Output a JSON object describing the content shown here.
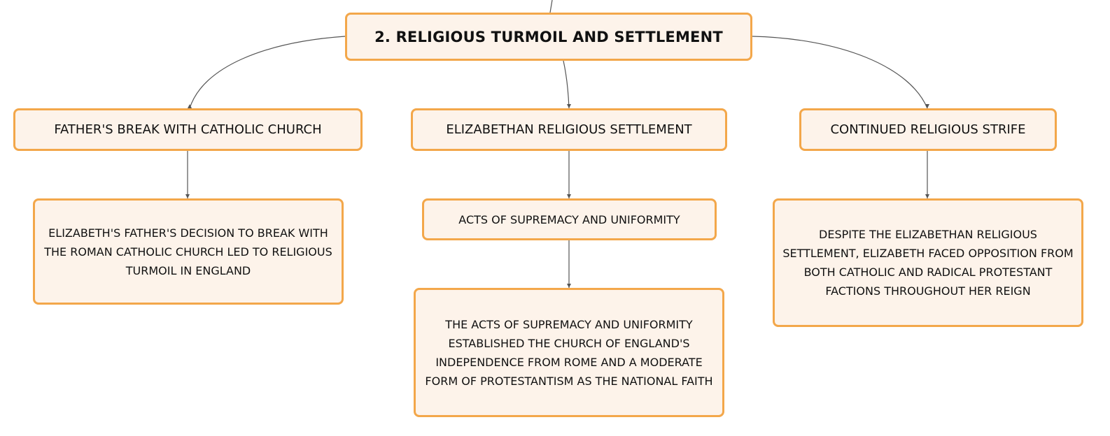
{
  "diagram": {
    "root": "2. RELIGIOUS TURMOIL AND SETTLEMENT",
    "branches": [
      {
        "label": "FATHER'S BREAK WITH CATHOLIC CHURCH",
        "children": [
          "ELIZABETH'S FATHER'S DECISION TO BREAK WITH THE ROMAN CATHOLIC CHURCH LED TO RELIGIOUS TURMOIL IN ENGLAND"
        ]
      },
      {
        "label": "ELIZABETHAN RELIGIOUS SETTLEMENT",
        "children": [
          "ACTS OF SUPREMACY AND UNIFORMITY",
          "THE ACTS OF SUPREMACY AND UNIFORMITY ESTABLISHED THE CHURCH OF ENGLAND'S INDEPENDENCE FROM ROME AND A MODERATE FORM OF PROTESTANTISM AS THE NATIONAL FAITH"
        ]
      },
      {
        "label": "CONTINUED RELIGIOUS STRIFE",
        "children": [
          "DESPITE THE ELIZABETHAN RELIGIOUS SETTLEMENT, ELIZABETH FACED OPPOSITION FROM BOTH CATHOLIC AND RADICAL PROTESTANT FACTIONS THROUGHOUT HER REIGN"
        ]
      }
    ]
  },
  "colors": {
    "node_fill": "#fdf3ea",
    "node_border": "#f3a74a",
    "connector": "#555555"
  }
}
